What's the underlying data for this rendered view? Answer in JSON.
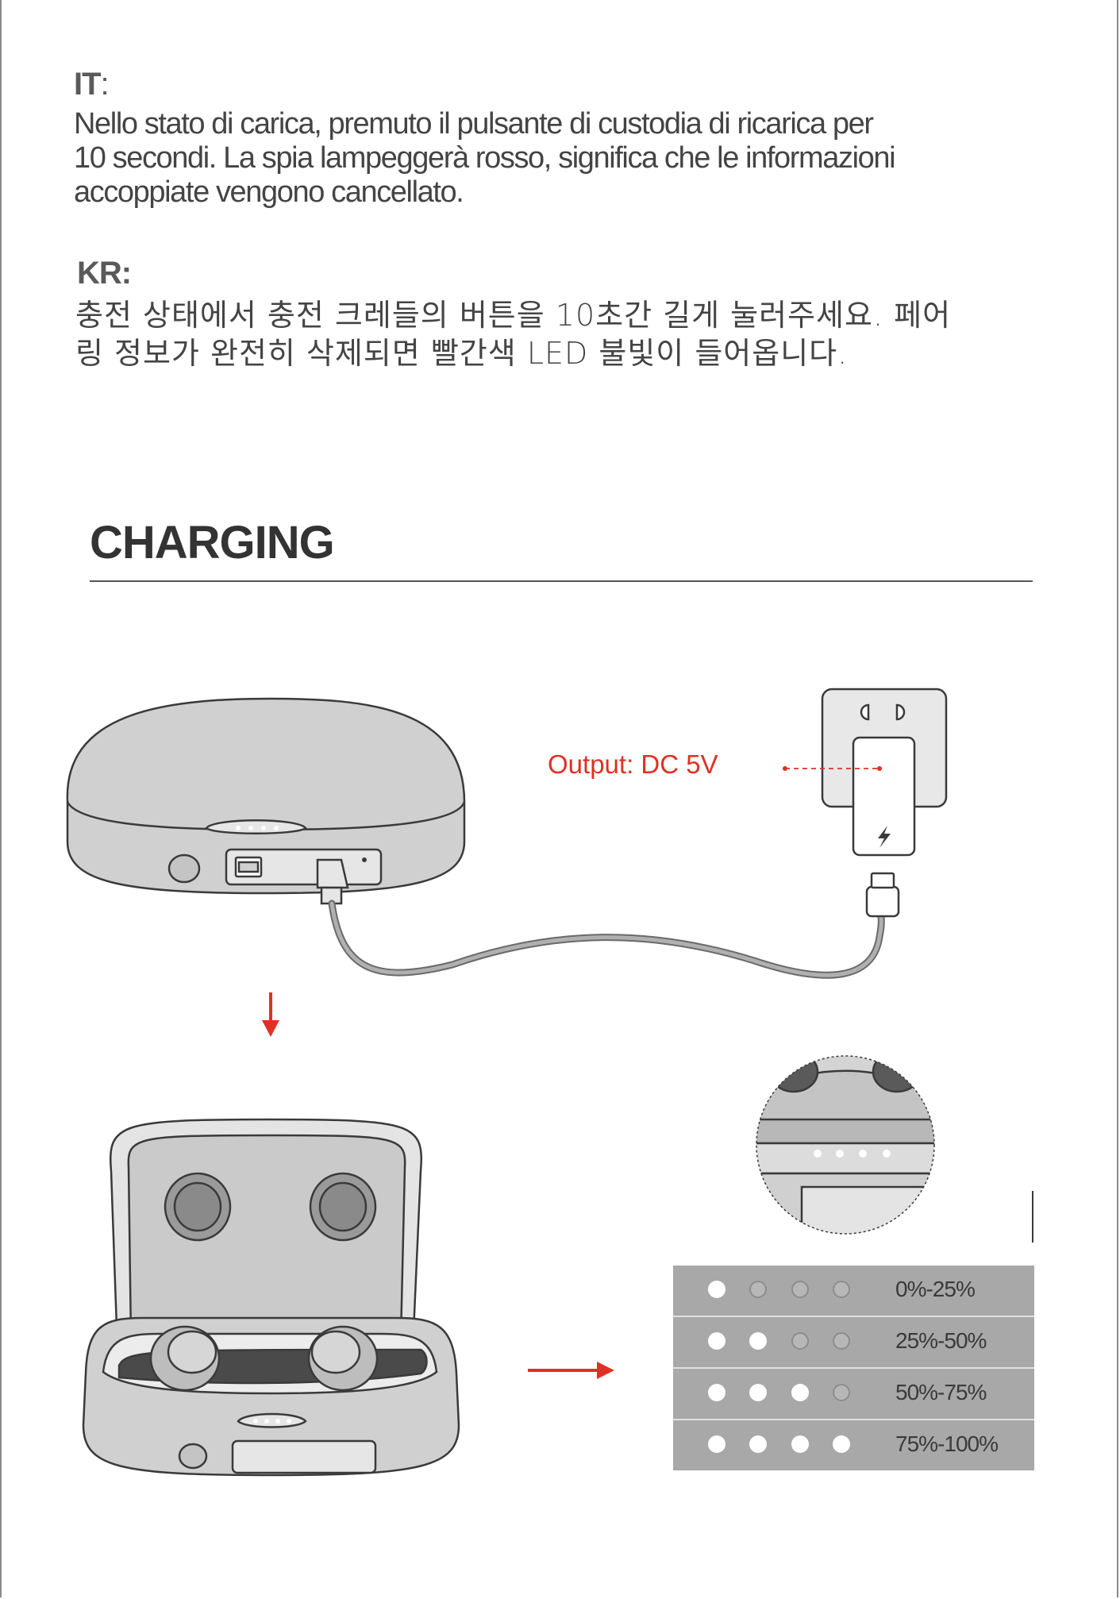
{
  "it": {
    "code": "IT",
    "code_suffix": ":",
    "lines": [
      "Nello stato di carica, premuto il pulsante di custodia di ricarica per",
      "10 secondi. La spia  lampeggerà rosso, significa che le informazioni",
      "accoppiate vengono cancellato."
    ]
  },
  "kr": {
    "code": "KR:",
    "lines": [
      "충전 상태에서 충전 크레들의 버튼을 10초간 길게 눌러주세요. 페어",
      "링 정보가 완전히 삭제되면 빨간색 LED 불빛이 들어옵니다."
    ]
  },
  "charging": {
    "title": "CHARGING",
    "output_label": "Output: DC 5V",
    "levels": [
      {
        "range": "0%-25%",
        "lit": 1
      },
      {
        "range": "25%-50%",
        "lit": 2
      },
      {
        "range": "50%-75%",
        "lit": 3
      },
      {
        "range": "75%-100%",
        "lit": 4
      }
    ]
  },
  "colors": {
    "accent": "#e03025",
    "case_fill": "#d0d0d0",
    "table_fill": "#a8a8a8"
  },
  "icons": [
    "lightning-icon",
    "down-arrow-icon",
    "right-arrow-icon",
    "power-plug-icon",
    "usb-cable-icon"
  ]
}
